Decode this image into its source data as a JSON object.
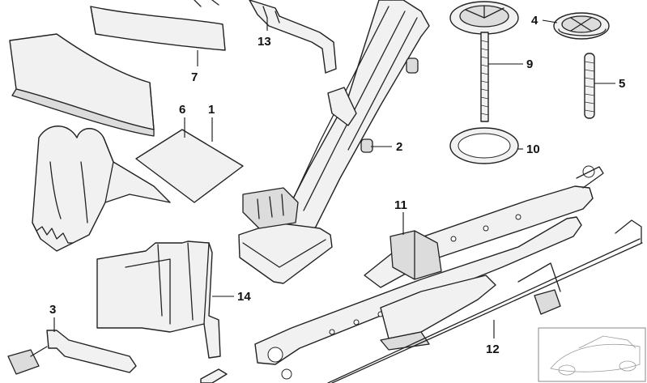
{
  "callouts": [
    {
      "id": "c1",
      "label": "1"
    },
    {
      "id": "c2",
      "label": "2"
    },
    {
      "id": "c3",
      "label": "3"
    },
    {
      "id": "c4",
      "label": "4"
    },
    {
      "id": "c5",
      "label": "5"
    },
    {
      "id": "c6",
      "label": "6"
    },
    {
      "id": "c7",
      "label": "7"
    },
    {
      "id": "c9",
      "label": "9"
    },
    {
      "id": "c10",
      "label": "10"
    },
    {
      "id": "c11",
      "label": "11"
    },
    {
      "id": "c12",
      "label": "12"
    },
    {
      "id": "c13",
      "label": "13"
    },
    {
      "id": "c14",
      "label": "14"
    }
  ]
}
